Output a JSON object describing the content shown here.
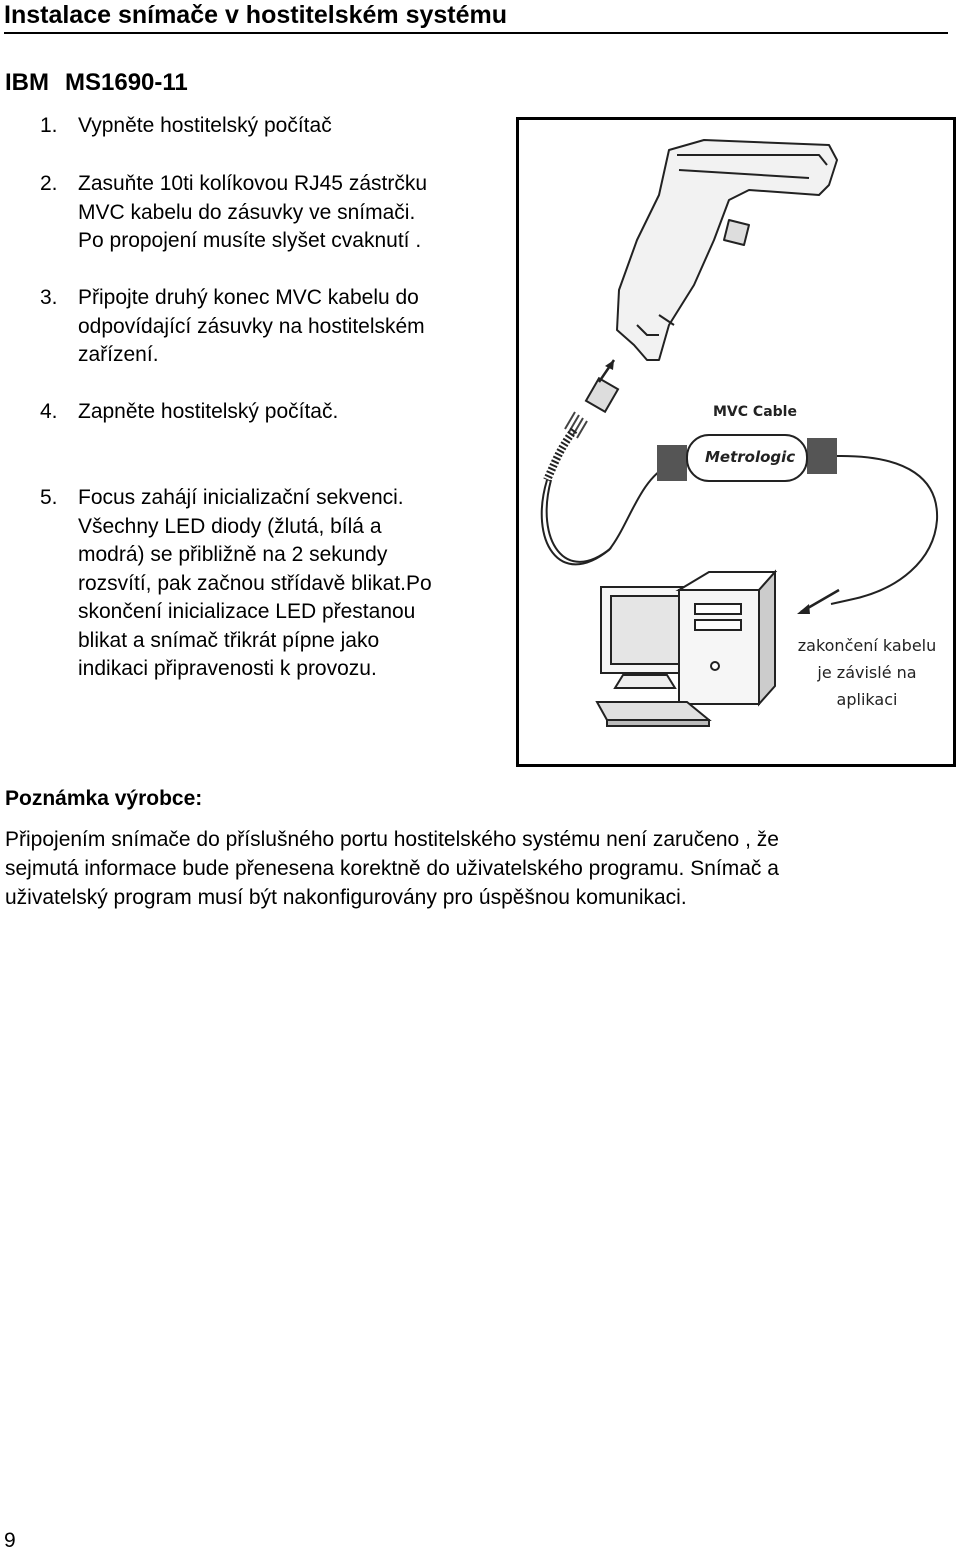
{
  "header": {
    "title": "Instalace snímače v hostitelském systému"
  },
  "model": {
    "brand": "IBM",
    "number": "MS1690-11"
  },
  "steps": [
    {
      "num": "1.",
      "text": "Vypněte hostitelský počítač"
    },
    {
      "num": "2.",
      "text": "Zasuňte 10ti kolíkovou RJ45 zástrčku\nMVC kabelu do zásuvky ve snímači.\nPo propojení musíte slyšet cvaknutí ."
    },
    {
      "num": "3.",
      "text": "Připojte druhý konec MVC kabelu do\nodpovídající zásuvky na hostitelském\nzařízení."
    },
    {
      "num": "4.",
      "text": "Zapněte hostitelský počítač."
    },
    {
      "num": "5.",
      "text": "Focus zahájí inicializační sekvenci.\nVšechny LED diody (žlutá, bílá a\nmodrá) se přibližně na 2 sekundy\nrozsvítí, pak začnou střídavě blikat.Po\nskončení inicializace LED přestanou\nblikat a snímač třikrát pípne jako\nindikaci připravenosti k provozu."
    }
  ],
  "figure": {
    "cable_label": "MVC Cable",
    "logo_text": "Metrologic",
    "note": "zakončení kabelu\nje závislé na\naplikaci"
  },
  "manufacturer_note": {
    "heading": "Poznámka výrobce:",
    "body": "Připojením snímače do příslušného portu hostitelského systému není zaručeno , že\nsejmutá informace bude přenesena korektně do uživatelského programu. Snímač a\nuživatelský program musí být nakonfigurovány pro úspěšnou komunikaci."
  },
  "footer": {
    "page_number": "9"
  }
}
